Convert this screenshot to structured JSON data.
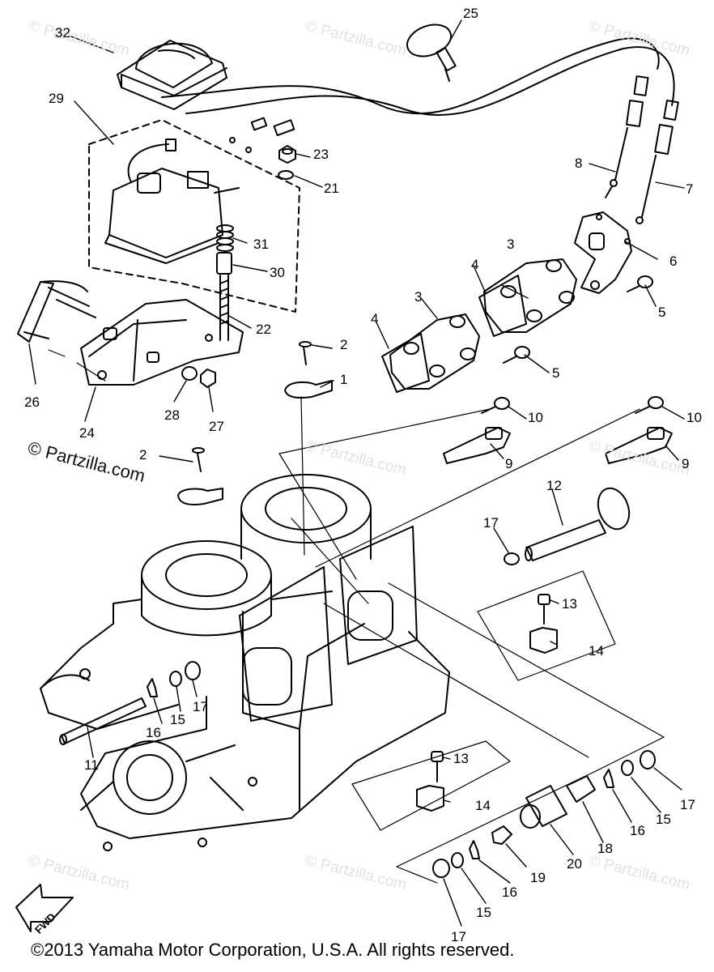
{
  "diagram": {
    "part_labels": {
      "p1": "1",
      "p2a": "2",
      "p2b": "2",
      "p3a": "3",
      "p3b": "3",
      "p4a": "4",
      "p4b": "4",
      "p5a": "5",
      "p5b": "5",
      "p6": "6",
      "p7": "7",
      "p8": "8",
      "p9a": "9",
      "p9b": "9",
      "p10a": "10",
      "p10b": "10",
      "p11": "11",
      "p12": "12",
      "p13a": "13",
      "p13b": "13",
      "p14a": "14",
      "p14b": "14",
      "p15a": "15",
      "p15b": "15",
      "p15c": "15",
      "p16a": "16",
      "p16b": "16",
      "p16c": "16",
      "p17a": "17",
      "p17b": "17",
      "p17c": "17",
      "p17d": "17",
      "p18": "18",
      "p19": "19",
      "p20": "20",
      "p21": "21",
      "p22": "22",
      "p23": "23",
      "p24": "24",
      "p25": "25",
      "p26": "26",
      "p27": "27",
      "p28": "28",
      "p29": "29",
      "p30": "30",
      "p31": "31",
      "p32": "32"
    },
    "fwd_label": "FWD",
    "watermark": "© Partzilla.com",
    "watermark_dark": "© Partzilla.com",
    "copyright": "©2013  Yamaha Motor Corporation, U.S.A. All rights reserved."
  }
}
